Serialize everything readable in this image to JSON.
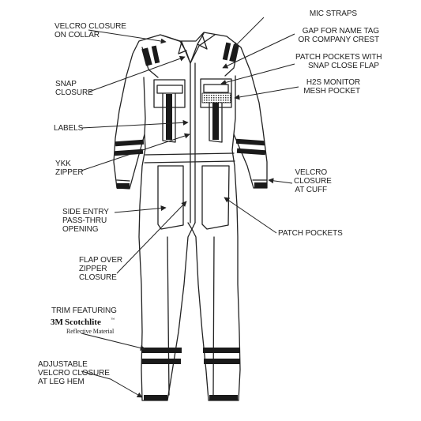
{
  "callouts_left": [
    {
      "id": "velcro-collar",
      "lines": [
        "VELCRO CLOSURE",
        "ON COLLAR"
      ]
    },
    {
      "id": "snap-closure",
      "lines": [
        "SNAP",
        "CLOSURE"
      ]
    },
    {
      "id": "labels",
      "lines": [
        "LABELS"
      ]
    },
    {
      "id": "ykk-zipper",
      "lines": [
        "YKK",
        "ZIPPER"
      ]
    },
    {
      "id": "side-entry",
      "lines": [
        "SIDE ENTRY",
        "PASS-THRU",
        "OPENING"
      ]
    },
    {
      "id": "flap-zipper",
      "lines": [
        "FLAP OVER",
        "ZIPPER",
        "CLOSURE"
      ]
    },
    {
      "id": "adjustable-velcro",
      "lines": [
        "ADJUSTABLE",
        "VELCRO CLOSURE",
        "AT LEG HEM"
      ]
    }
  ],
  "callouts_right": [
    {
      "id": "mic-straps",
      "lines": [
        "MIC STRAPS"
      ]
    },
    {
      "id": "name-tag-gap",
      "lines": [
        "GAP FOR NAME TAG",
        "OR COMPANY CREST"
      ]
    },
    {
      "id": "patch-pockets-flap",
      "lines": [
        "PATCH POCKETS WITH",
        "SNAP CLOSE FLAP"
      ]
    },
    {
      "id": "h2s-monitor",
      "lines": [
        "H2S MONITOR",
        "MESH POCKET"
      ]
    },
    {
      "id": "velcro-cuff",
      "lines": [
        "VELCRO",
        "CLOSURE",
        "AT CUFF"
      ]
    },
    {
      "id": "patch-pockets",
      "lines": [
        "PATCH POCKETS"
      ]
    }
  ],
  "trim": {
    "heading": "TRIM FEATURING",
    "brand_mark": "3M",
    "brand_name": "Scotchlite",
    "trademark": "™",
    "material": "Reflective Material"
  },
  "colors": {
    "ink": "#222222",
    "trim": "#1a1a1a",
    "background": "#ffffff"
  }
}
